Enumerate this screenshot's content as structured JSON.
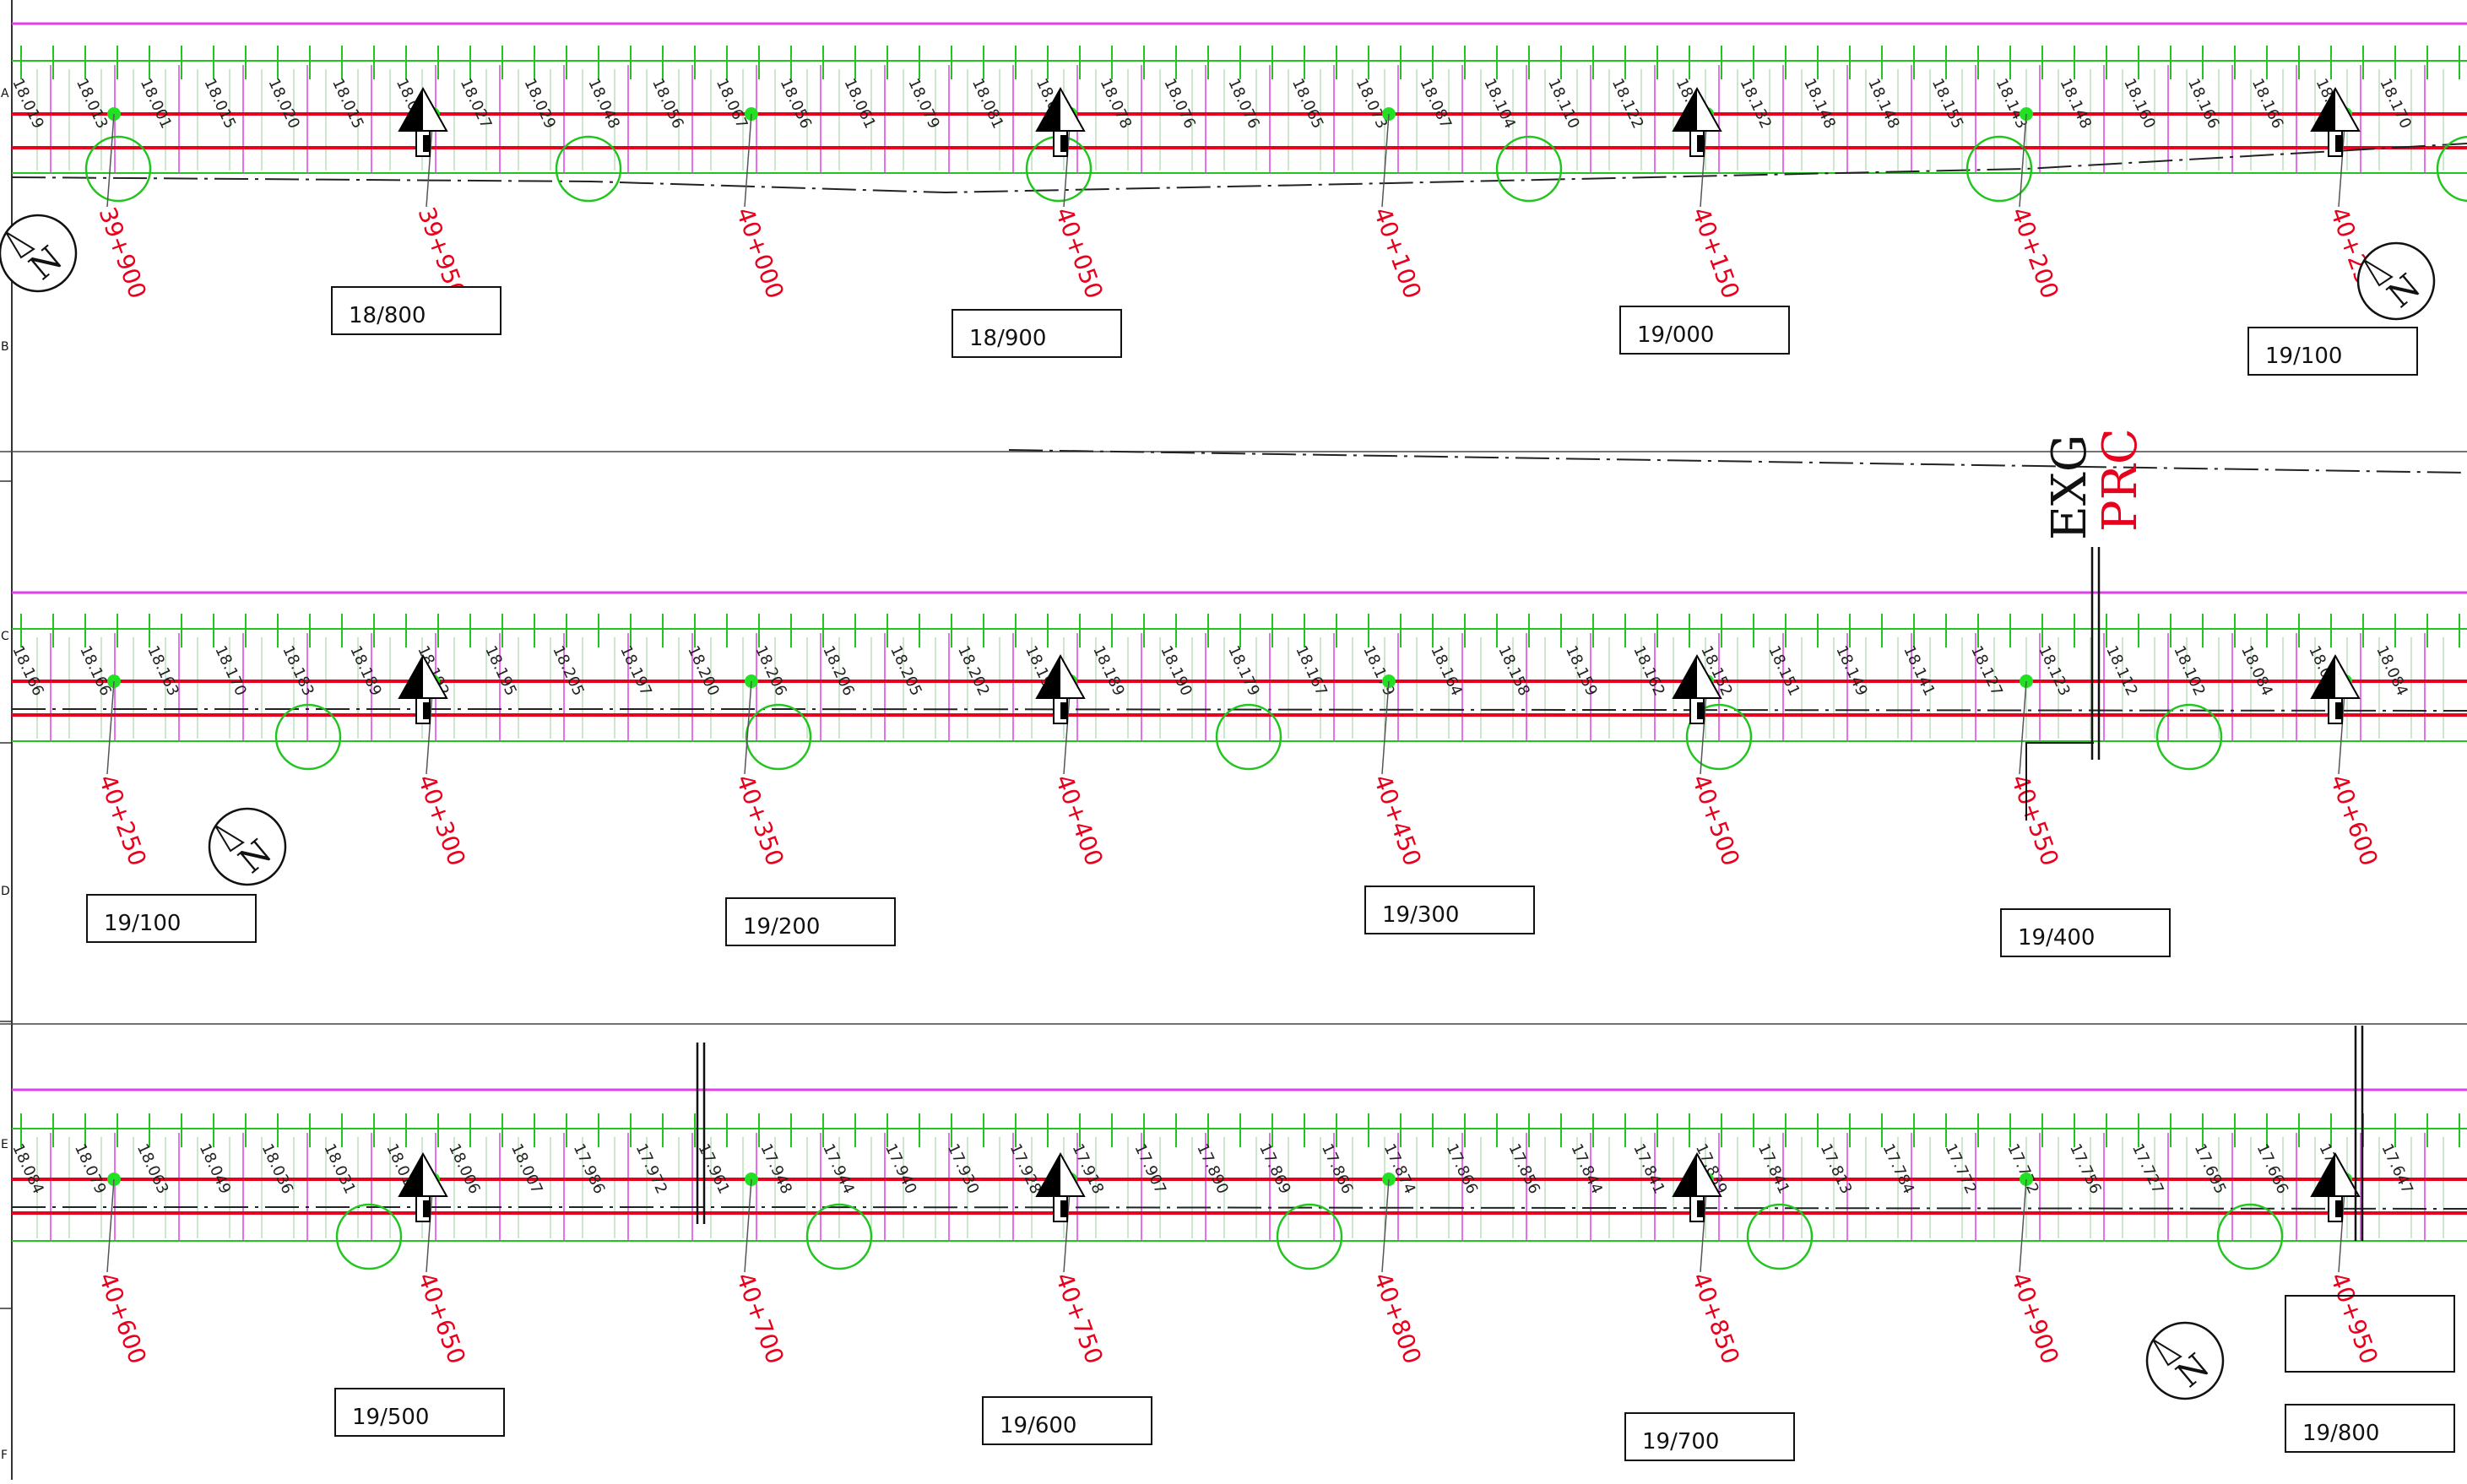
{
  "zone_letters": [
    "A",
    "B",
    "C",
    "D",
    "E",
    "F"
  ],
  "north_label": "N",
  "strips": [
    {
      "chainages": [
        "39+900",
        "39+950",
        "40+000",
        "40+050",
        "40+100",
        "40+150",
        "40+200",
        "40+250"
      ],
      "boxes": [
        "18/800",
        "18/900",
        "19/000",
        "19/100"
      ],
      "elevations": [
        "18.019",
        "18.013",
        "18.001",
        "18.015",
        "18.020",
        "18.015",
        "18.029",
        "18.027",
        "18.029",
        "18.048",
        "18.056",
        "18.067",
        "18.056",
        "18.061",
        "18.079",
        "18.081",
        "18.079",
        "18.078",
        "18.076",
        "18.076",
        "18.065",
        "18.073",
        "18.087",
        "18.104",
        "18.110",
        "18.122",
        "18.124",
        "18.132",
        "18.148",
        "18.148",
        "18.155",
        "18.143",
        "18.148",
        "18.160",
        "18.166",
        "18.166",
        "18.163",
        "18.170"
      ]
    },
    {
      "chainages": [
        "40+250",
        "40+300",
        "40+350",
        "40+400",
        "40+450",
        "40+500",
        "40+550",
        "40+600"
      ],
      "boxes": [
        "19/100",
        "19/200",
        "19/300",
        "19/400"
      ],
      "elevations": [
        "18.166",
        "18.166",
        "18.163",
        "18.170",
        "18.183",
        "18.189",
        "18.192",
        "18.195",
        "18.205",
        "18.197",
        "18.200",
        "18.206",
        "18.206",
        "18.205",
        "18.202",
        "18.194",
        "18.189",
        "18.190",
        "18.179",
        "18.167",
        "18.179",
        "18.164",
        "18.158",
        "18.159",
        "18.162",
        "18.152",
        "18.151",
        "18.149",
        "18.141",
        "18.127",
        "18.123",
        "18.112",
        "18.102",
        "18.084",
        "18.079",
        "18.084"
      ]
    },
    {
      "chainages": [
        "40+600",
        "40+650",
        "40+700",
        "40+750",
        "40+800",
        "40+850",
        "40+900",
        "40+950"
      ],
      "boxes": [
        "19/500",
        "19/600",
        "19/700",
        "19/800"
      ],
      "elevations": [
        "18.084",
        "18.079",
        "18.063",
        "18.049",
        "18.036",
        "18.031",
        "18.018",
        "18.006",
        "18.007",
        "17.986",
        "17.972",
        "17.961",
        "17.948",
        "17.944",
        "17.940",
        "17.930",
        "17.928",
        "17.918",
        "17.907",
        "17.890",
        "17.869",
        "17.866",
        "17.874",
        "17.866",
        "17.856",
        "17.844",
        "17.841",
        "17.839",
        "17.841",
        "17.813",
        "17.784",
        "17.772",
        "17.772",
        "17.756",
        "17.727",
        "17.695",
        "17.666",
        "17.651",
        "17.647"
      ]
    }
  ],
  "exg_label": "EXG",
  "prc_label": "PRC",
  "colors": {
    "magenta": "#e040e8",
    "green": "#22c41f",
    "red": "#e8001c",
    "dot": "#24e024"
  }
}
